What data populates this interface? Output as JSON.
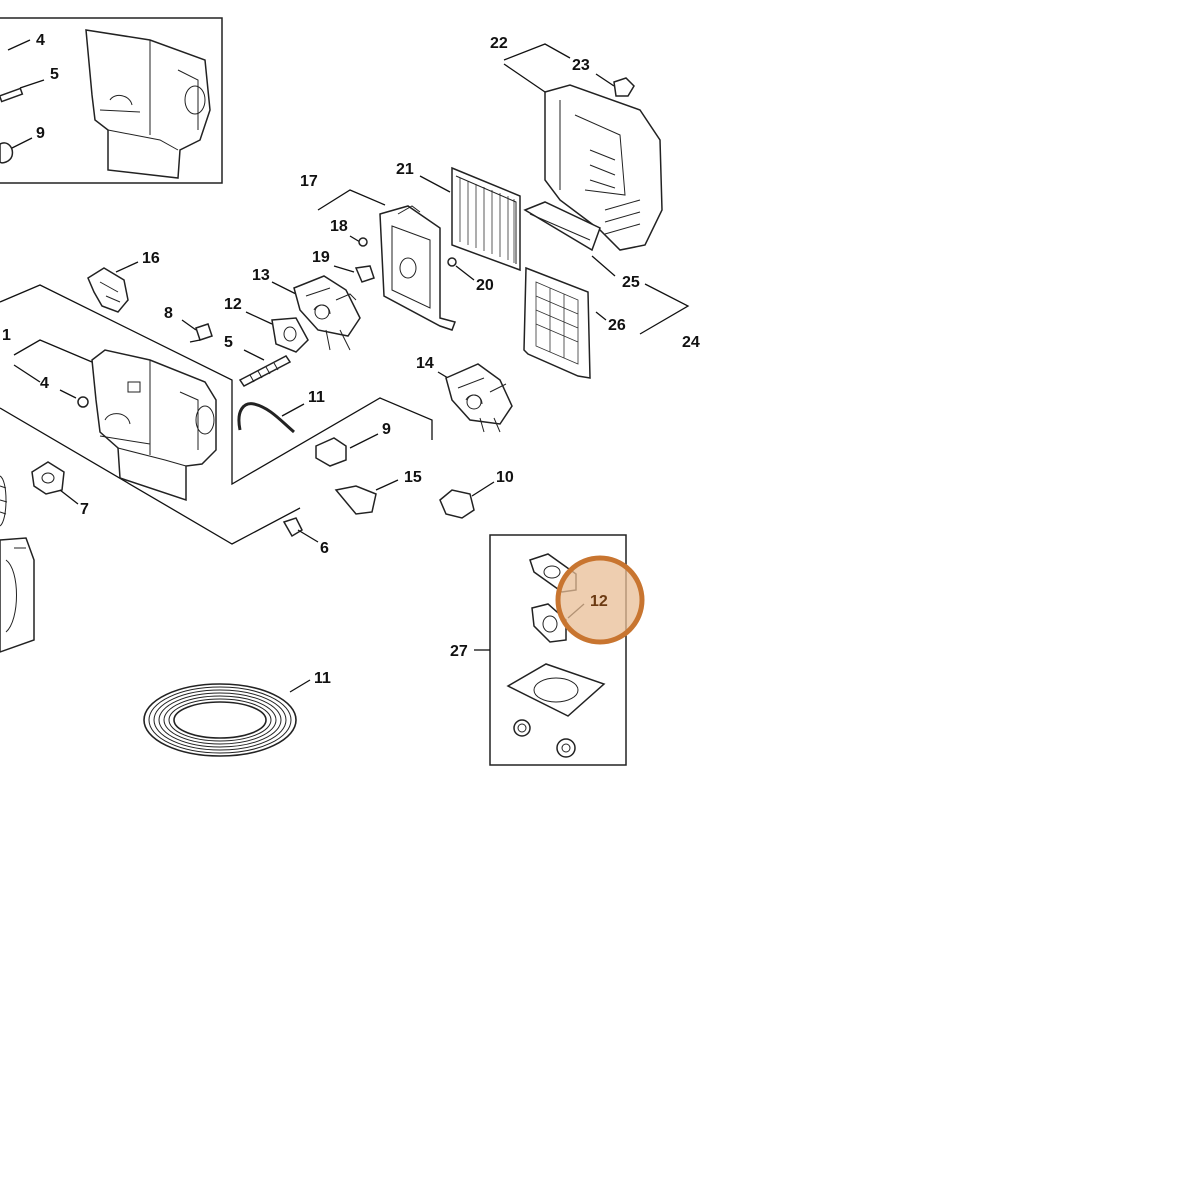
{
  "callouts": {
    "c4_top": "4",
    "c5_top": "5",
    "c9_top": "9",
    "c22": "22",
    "c23": "23",
    "c17": "17",
    "c18": "18",
    "c21": "21",
    "c19": "19",
    "c20": "20",
    "c16": "16",
    "c13": "13",
    "c12": "12",
    "c8": "8",
    "c5": "5",
    "c1": "1",
    "c4": "4",
    "c25": "25",
    "c26": "26",
    "c24": "24",
    "c14": "14",
    "c11_hose": "11",
    "c9": "9",
    "c15": "15",
    "c10": "10",
    "c7": "7",
    "c6": "6",
    "c27": "27",
    "c12_highlight": "12",
    "c11_coil": "11"
  },
  "colors": {
    "highlight_fill": "#e8bd95",
    "highlight_stroke": "#c87530",
    "highlight_text": "#6b3a12",
    "line": "#111111",
    "background": "#ffffff"
  }
}
